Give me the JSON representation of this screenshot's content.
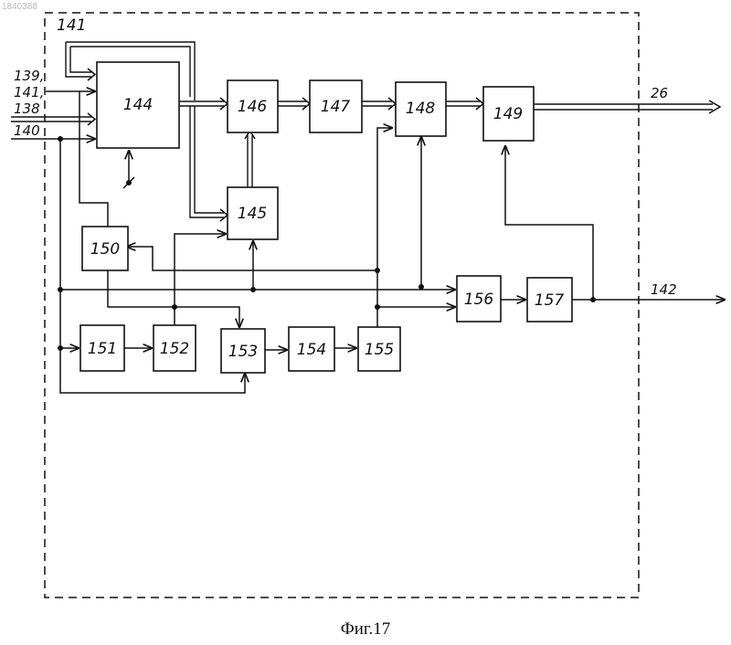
{
  "corner_code": "1840388",
  "frame_label": "141",
  "blocks": {
    "b144": "144",
    "b145": "145",
    "b146": "146",
    "b147": "147",
    "b148": "148",
    "b149": "149",
    "b150": "150",
    "b151": "151",
    "b152": "152",
    "b153": "153",
    "b154": "154",
    "b155": "155",
    "b156": "156",
    "b157": "157"
  },
  "inputs": {
    "in1": "139,",
    "in2": "141,",
    "in3": "138",
    "in4": "140"
  },
  "outputs": {
    "out_bus": "26",
    "out_line": "142"
  },
  "caption": "Фиг.17"
}
